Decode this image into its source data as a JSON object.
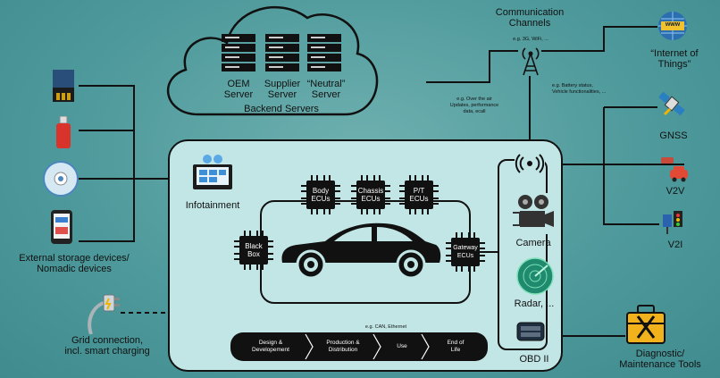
{
  "cloud": {
    "servers": [
      "OEM\nServer",
      "Supplier\nServer",
      "“Neutral”\nServer"
    ],
    "caption": "Backend Servers"
  },
  "comm": {
    "title": "Communication\nChannels",
    "subtitle": "e.g. 3G, WiFi, ...",
    "ota_note": "e.g. Over the air\nUpdates, performance\ndata, ecall",
    "vehicle_note": "e.g. Battery status,\nVehicle functionalities, ..."
  },
  "right": {
    "iot": "“Internet of\nThings”",
    "www": "www",
    "gnss": "GNSS",
    "v2v": "V2V",
    "v2i": "V2I"
  },
  "left": {
    "storage_label": "External storage devices/\nNomadic devices",
    "grid_label": "Grid connection,\nincl. smart charging"
  },
  "vehicle": {
    "infotainment": "Infotainment",
    "body_ecus": "Body\nECUs",
    "chassis_ecus": "Chassis\nECUs",
    "pt_ecus": "P/T\nECUs",
    "black_box": "Black\nBox",
    "gateway_ecus": "Gateway\nECUs",
    "bus_note": "e.g. CAN, Ethernet",
    "camera": "Camera",
    "radar": "Radar, ...",
    "obd": "OBD II"
  },
  "lifecycle": [
    "Design &\nDevelopement",
    "Production &\nDistribution",
    "Use",
    "End of\nLife"
  ],
  "diag": "Diagnostic/\nMaintenance Tools",
  "colors": {
    "background": "#4f9a9c",
    "vehicle_panel": "#c2e6e6",
    "ecu_chip": "#111111",
    "lines": "#111111"
  }
}
